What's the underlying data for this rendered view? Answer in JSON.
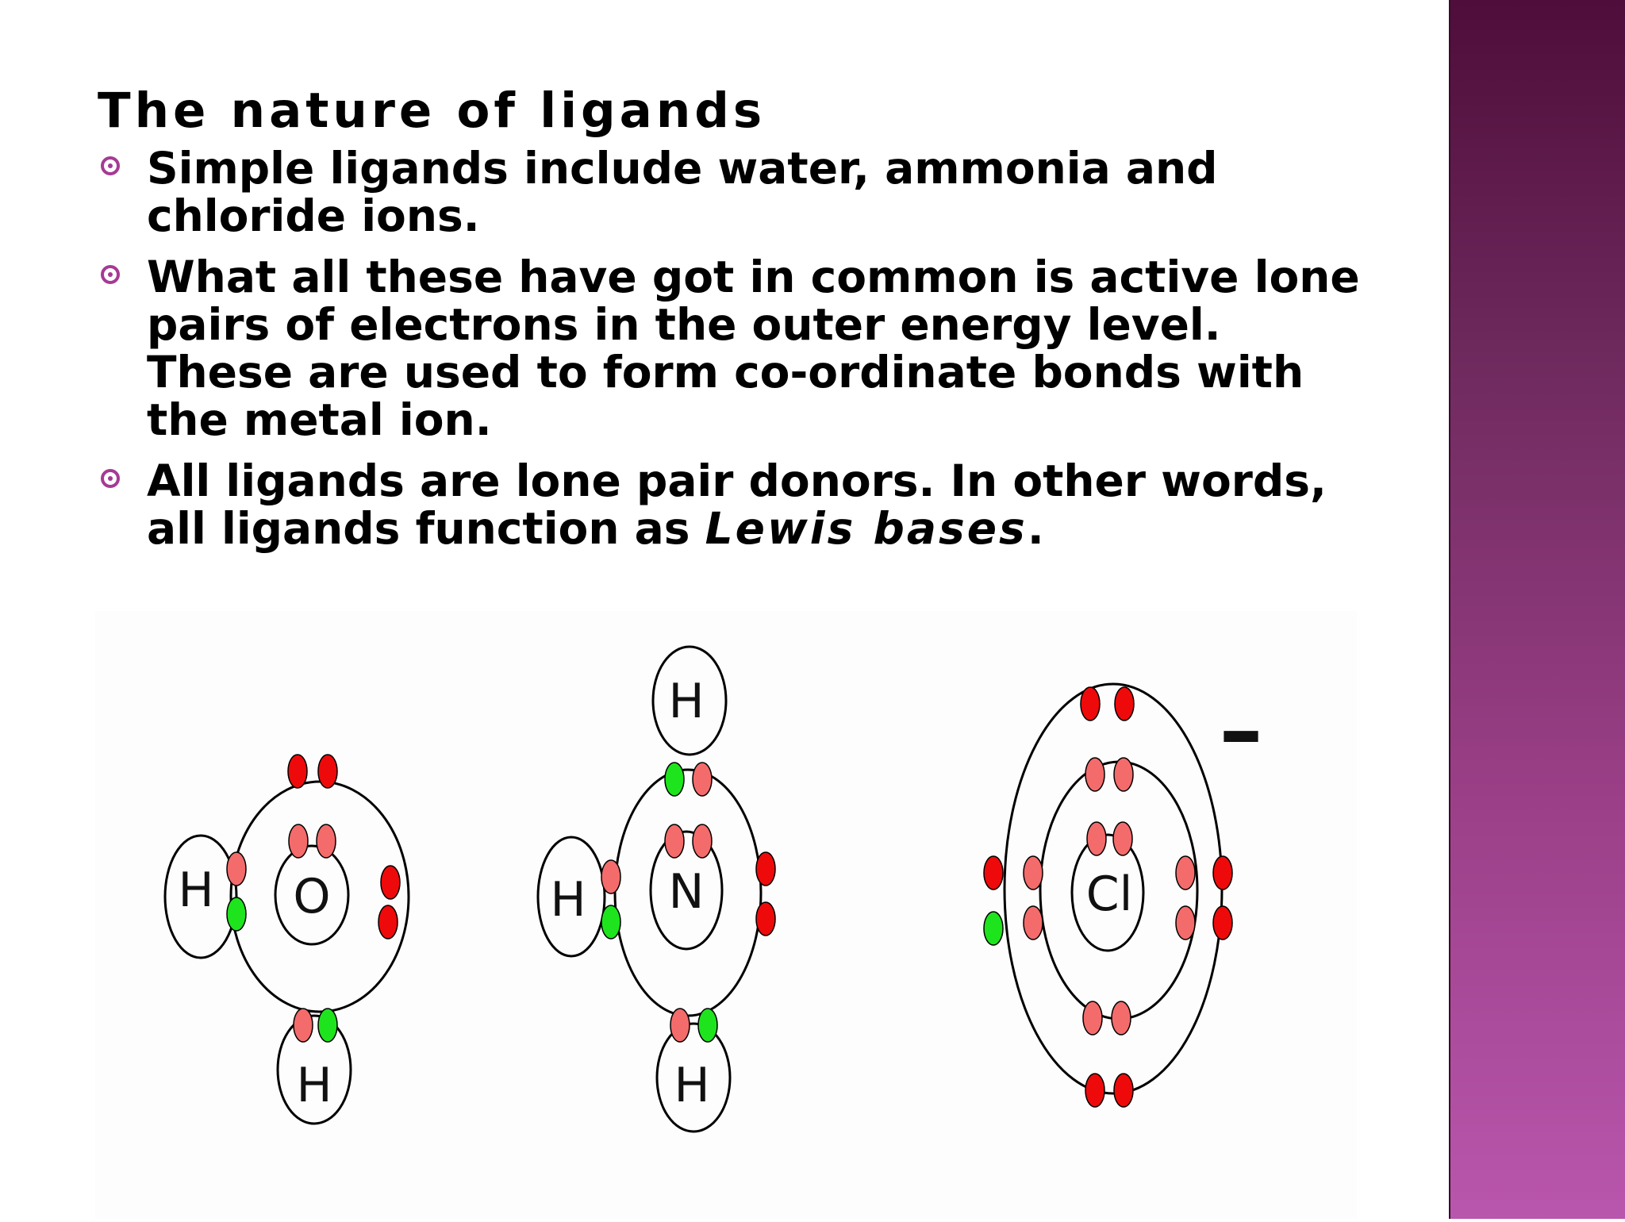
{
  "slide": {
    "title": "The nature of ligands",
    "bullets": [
      {
        "text": "Simple ligands include water, ammonia and chloride ions."
      },
      {
        "text": "What all these have got in common is active lone pairs of electrons in the outer energy level. These are used to form co-ordinate bonds with the metal ion."
      },
      {
        "prefix": "All ligands are lone pair donors. In other words, all ligands function as ",
        "emphasis": "Lewis bases",
        "suffix": "."
      }
    ]
  },
  "diagram": {
    "water": {
      "central": "O",
      "h_left": "H",
      "h_bottom": "H"
    },
    "ammonia": {
      "central": "N",
      "h_top": "H",
      "h_left": "H",
      "h_bottom": "H"
    },
    "chloride": {
      "central": "Cl",
      "charge": "–"
    }
  },
  "colors": {
    "accent": "#a63a94",
    "lone_pair": "#ee0a0a",
    "bond_electron_central": "#f46b6b",
    "bond_electron_hydrogen": "#1ee41e",
    "band_top": "#4e0d3a",
    "band_bottom": "#b956ad"
  }
}
